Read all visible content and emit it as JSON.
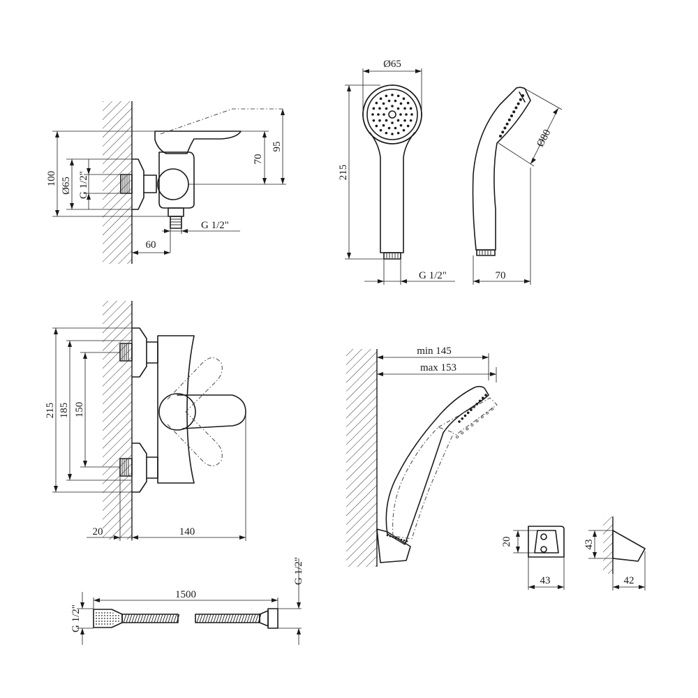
{
  "labels": {
    "mixer_side": {
      "h100": "100",
      "d65": "Ø65",
      "g12_left": "G 1/2\"",
      "h70": "70",
      "h95": "95",
      "g12_bottom": "G 1/2\"",
      "w60": "60"
    },
    "handshower": {
      "d65": "Ø65",
      "h215": "215",
      "g12": "G 1/2\"",
      "d80": "Ø80",
      "w70": "70"
    },
    "mixer_front": {
      "h215": "215",
      "h185": "185",
      "h150": "150",
      "w20": "20",
      "w140": "140"
    },
    "holder_mounted": {
      "min": "min 145",
      "max": "max 153"
    },
    "bracket": {
      "h20": "20",
      "w43": "43",
      "h43": "43",
      "w42": "42"
    },
    "hose": {
      "length": "1500",
      "g12_left": "G 1/2\"",
      "g12_right": "G 1/2\""
    }
  },
  "colors": {
    "line": "#1a1a1a",
    "background": "#ffffff"
  }
}
